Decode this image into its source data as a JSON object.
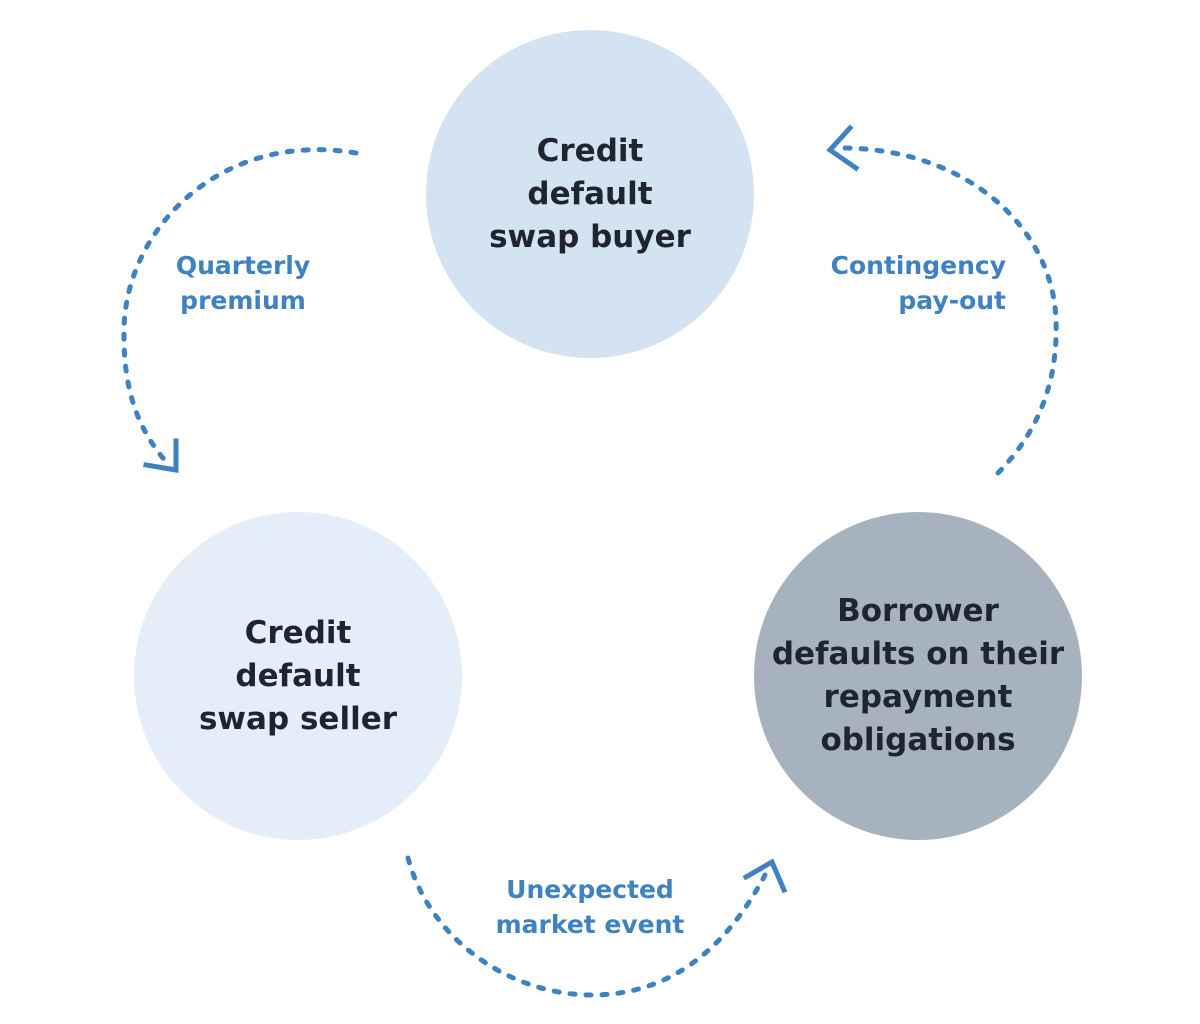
{
  "colors": {
    "arrow": "#3f82c1",
    "flow_text": "#3f82c1",
    "buyer_fill": "#d3e3f2",
    "seller_fill": "#e4eef8",
    "borrower_fill": "#a7b2bf"
  },
  "nodes": {
    "buyer": "Credit\ndefault\nswap buyer",
    "seller": "Credit\ndefault\nswap seller",
    "borrower": "Borrower\ndefaults on their\nrepayment\nobligations"
  },
  "flows": {
    "premium": "Quarterly\npremium",
    "payout": "Contingency\npay-out",
    "event": "Unexpected\nmarket event"
  }
}
